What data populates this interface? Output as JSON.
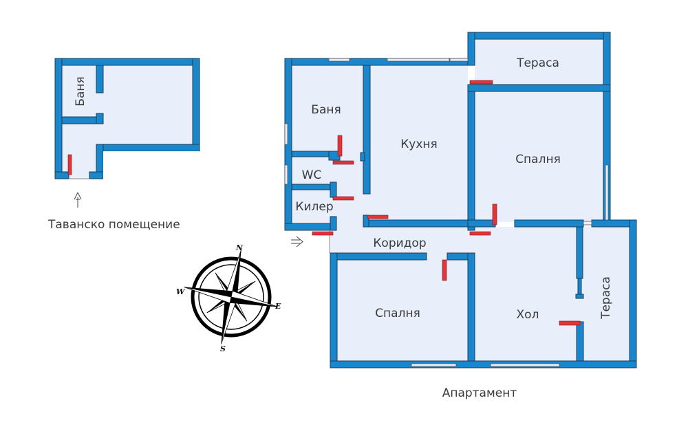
{
  "colors": {
    "wall": "#1a87cc",
    "floor": "#e8effb",
    "door": "#e2343a",
    "text": "#3b3b3b"
  },
  "attic": {
    "caption": "Таванско помещение",
    "rooms": [
      {
        "id": "attic-bath",
        "label": "Баня"
      }
    ],
    "entrance_icon": "up-arrow-icon"
  },
  "apartment": {
    "caption": "Апартамент",
    "entrance_icon": "right-arrow-icon",
    "rooms": [
      {
        "id": "bath",
        "label": "Баня"
      },
      {
        "id": "wc",
        "label": "WC"
      },
      {
        "id": "storage",
        "label": "Килер"
      },
      {
        "id": "kitchen",
        "label": "Кухня"
      },
      {
        "id": "terrace-north",
        "label": "Тераса"
      },
      {
        "id": "bedroom-east",
        "label": "Спалня"
      },
      {
        "id": "corridor",
        "label": "Коридор"
      },
      {
        "id": "bedroom-south",
        "label": "Спалня"
      },
      {
        "id": "living",
        "label": "Хол"
      },
      {
        "id": "terrace-east",
        "label": "Тераса"
      }
    ]
  },
  "compass": {
    "n": "N",
    "s": "S",
    "e": "E",
    "w": "W"
  }
}
